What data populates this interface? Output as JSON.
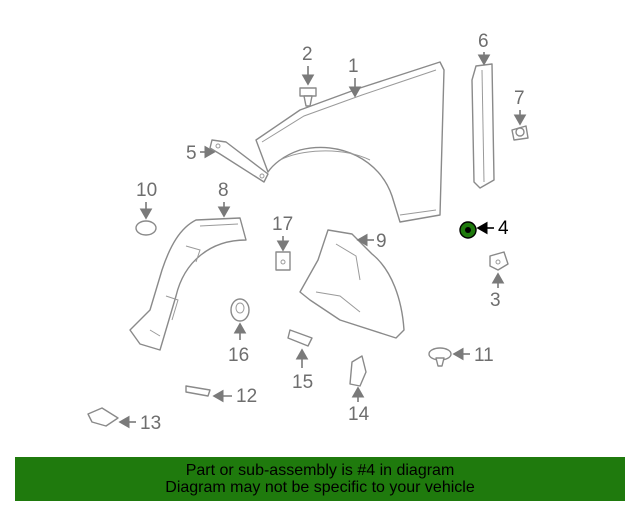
{
  "diagram": {
    "callouts": [
      "1",
      "2",
      "3",
      "4",
      "5",
      "6",
      "7",
      "8",
      "9",
      "10",
      "11",
      "12",
      "13",
      "14",
      "15",
      "16",
      "17"
    ],
    "highlighted_part": "4",
    "colors": {
      "line_art": "#8a8a8a",
      "callout_text": "#6e6e6e",
      "highlight": "#000000",
      "banner_background": "#1f7a0d"
    }
  },
  "banner": {
    "line1": "Part or sub-assembly is #4 in diagram",
    "line2": "Diagram may not be specific to your vehicle"
  }
}
